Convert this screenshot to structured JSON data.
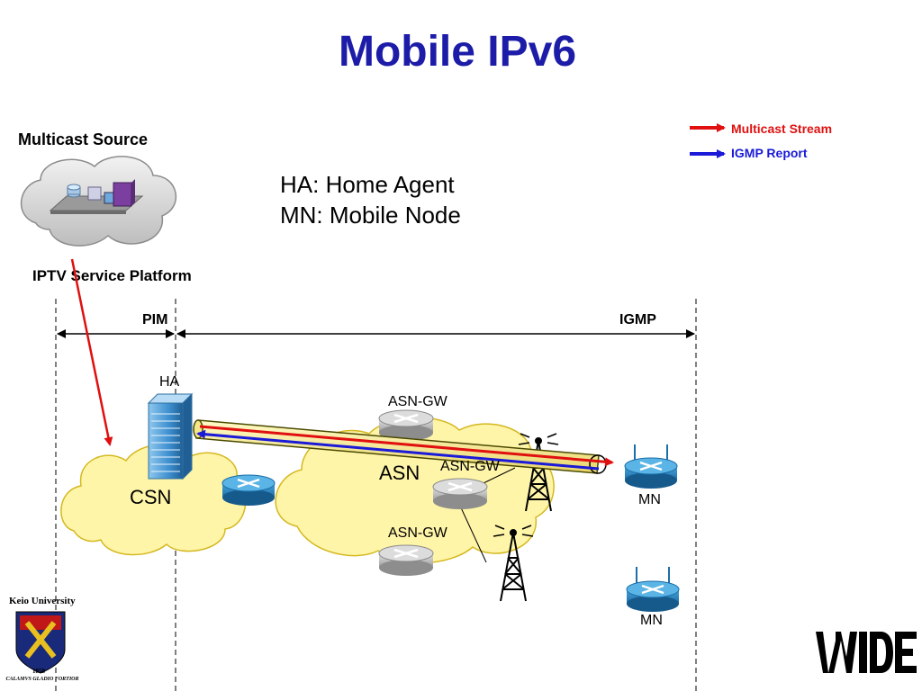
{
  "title": "Mobile IPv6",
  "legend": {
    "multicast_stream": "Multicast Stream",
    "igmp_report": "IGMP Report",
    "multicast_color": "#e01010",
    "igmp_color": "#1a1ad8"
  },
  "source": {
    "label": "Multicast Source",
    "platform_label": "IPTV Service Platform"
  },
  "definitions": {
    "ha": "HA: Home Agent",
    "mn": "MN: Mobile Node"
  },
  "regions": {
    "pim": "PIM",
    "igmp": "IGMP"
  },
  "nodes": {
    "ha": "HA",
    "csn": "CSN",
    "asn": "ASN",
    "asn_gw_top": "ASN-GW",
    "asn_gw_mid": "ASN-GW",
    "asn_gw_bottom": "ASN-GW",
    "mn_top": "MN",
    "mn_bottom": "MN"
  },
  "logos": {
    "keio": "Keio University",
    "keio_year": "1858",
    "keio_motto": "CALAMVS GLADIO FORTIOR",
    "wide": "WIDE"
  }
}
